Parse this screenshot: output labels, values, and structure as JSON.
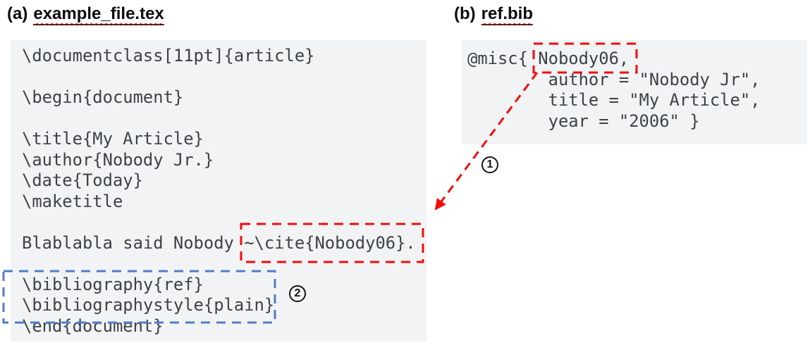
{
  "header": {
    "label_a": "(a)",
    "filename_a": "example_file.tex",
    "label_b": "(b)",
    "filename_b": "ref.bib"
  },
  "panels": {
    "tex_code": "\\documentclass[11pt]{article}\n\n\\begin{document}\n\n\\title{My Article}\n\\author{Nobody Jr.}\n\\date{Today}\n\\maketitle\n\nBlablabla said Nobody ~\\cite{Nobody06}.\n\n\\bibliography{ref}\n\\bibliographystyle{plain}\n\\end{document}",
    "bib_code": "@misc{ Nobody06,\n        author = \"Nobody Jr\",\n        title = \"My Article\",\n        year = \"2006\" }"
  },
  "callouts": {
    "one": "1",
    "two": "2"
  },
  "colors": {
    "highlight_red": "#f10c0c",
    "highlight_blue": "#4f7dc7",
    "panel_background": "#f2f3f5",
    "code_text": "#3d4247"
  }
}
